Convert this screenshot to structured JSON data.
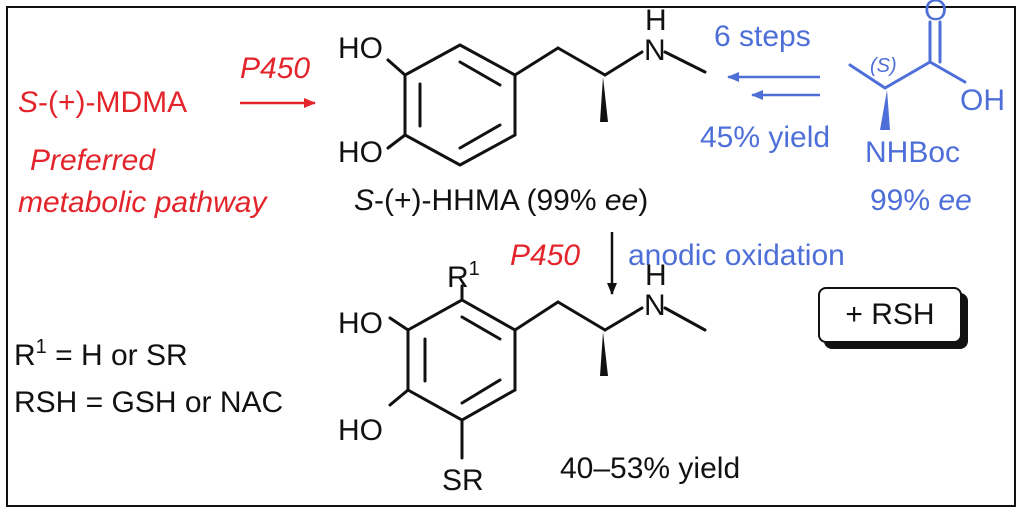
{
  "left_panel": {
    "mdma_prefix": "S",
    "mdma_rest": "-(+)-MDMA",
    "p450_top": "P450",
    "pathway_line1": "Preferred",
    "pathway_line2": "metabolic pathway"
  },
  "hhma": {
    "ho_top": "HO",
    "ho_bottom": "HO",
    "nh_h": "H",
    "nh_n": "N",
    "label_prefix": "S",
    "label_mid": "-(+)-HHMA (99% ",
    "label_ee": "ee",
    "label_end": ")"
  },
  "synthesis": {
    "steps": "6 steps",
    "yield": "45% yield"
  },
  "boc_alanine": {
    "o": "O",
    "oh": "OH",
    "stereo": "(S)",
    "nhboc": "NHBoc",
    "ee_value": "99% ",
    "ee_italic": "ee"
  },
  "lower_reaction": {
    "p450": "P450",
    "anodic": "anodic oxidation",
    "rsh_box": "+ RSH"
  },
  "legend": {
    "r1_r": "R",
    "r1_sup": "1",
    "r1_rest": " = H or SR",
    "rsh_line": "RSH = GSH or NAC"
  },
  "product": {
    "r1_r": "R",
    "r1_sup": "1",
    "ho_top": "HO",
    "ho_bottom": "HO",
    "sr": "SR",
    "nh_h": "H",
    "nh_n": "N",
    "yield": "40–53% yield"
  },
  "colors": {
    "red": "#e3242b",
    "blue": "#4e6fd8",
    "black": "#111111"
  }
}
